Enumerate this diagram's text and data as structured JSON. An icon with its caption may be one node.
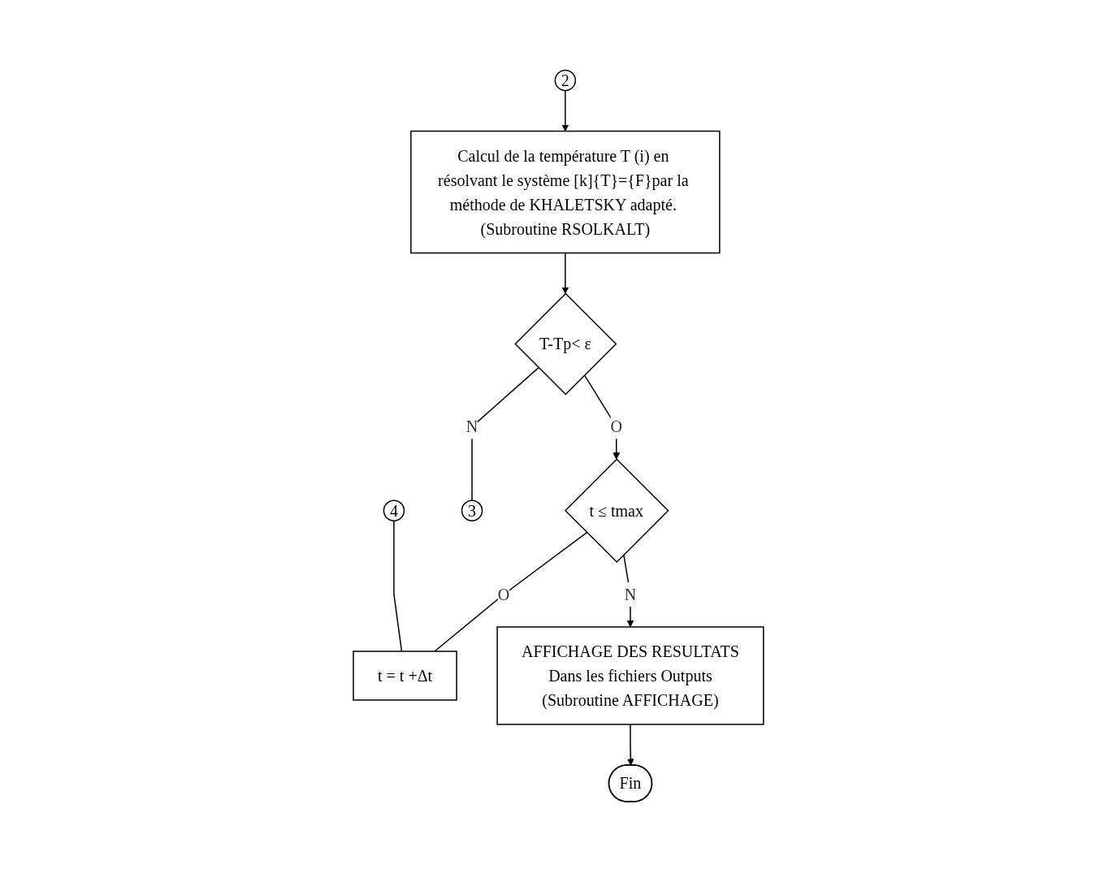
{
  "diagram": {
    "nodes": [
      {
        "text": [
          "4"
        ]
      },
      {
        "text": [
          "3"
        ]
      },
      {
        "text": [
          "2"
        ]
      },
      {
        "text": [
          "t = t +Δt"
        ]
      },
      {
        "text": [
          "Calcul de la température T (i) en résolvant le système [k]{T}={F}par la méthode de KHALETSKY adapté. (Subroutine RSOLKALT)"
        ]
      },
      {
        "text": [
          "T-Tp< ε"
        ]
      },
      {
        "text": [
          "t ≤ tmax"
        ]
      },
      {
        "text": [
          "AFFICHAGE DES RESULTATS",
          "Dans les fichiers Outputs",
          "(Subroutine AFFICHAGE)"
        ]
      },
      {
        "text": [
          "Fin"
        ]
      }
    ],
    "edges": [
      {
        "from": 0,
        "to": 3,
        "arrow": "none"
      },
      {
        "from": 2,
        "to": 4,
        "arrow": "to"
      },
      {
        "from": 4,
        "to": 5,
        "arrow": "to"
      },
      {
        "from": 5,
        "to": 1,
        "arrow": "none",
        "label": "N"
      },
      {
        "from": 5,
        "to": 6,
        "arrow": "to",
        "label": "O"
      },
      {
        "from": 6,
        "to": 3,
        "arrow": "none",
        "label": "O"
      },
      {
        "from": 6,
        "to": 7,
        "arrow": "to",
        "label": "N"
      },
      {
        "from": 7,
        "to": 8,
        "arrow": "to"
      }
    ]
  }
}
